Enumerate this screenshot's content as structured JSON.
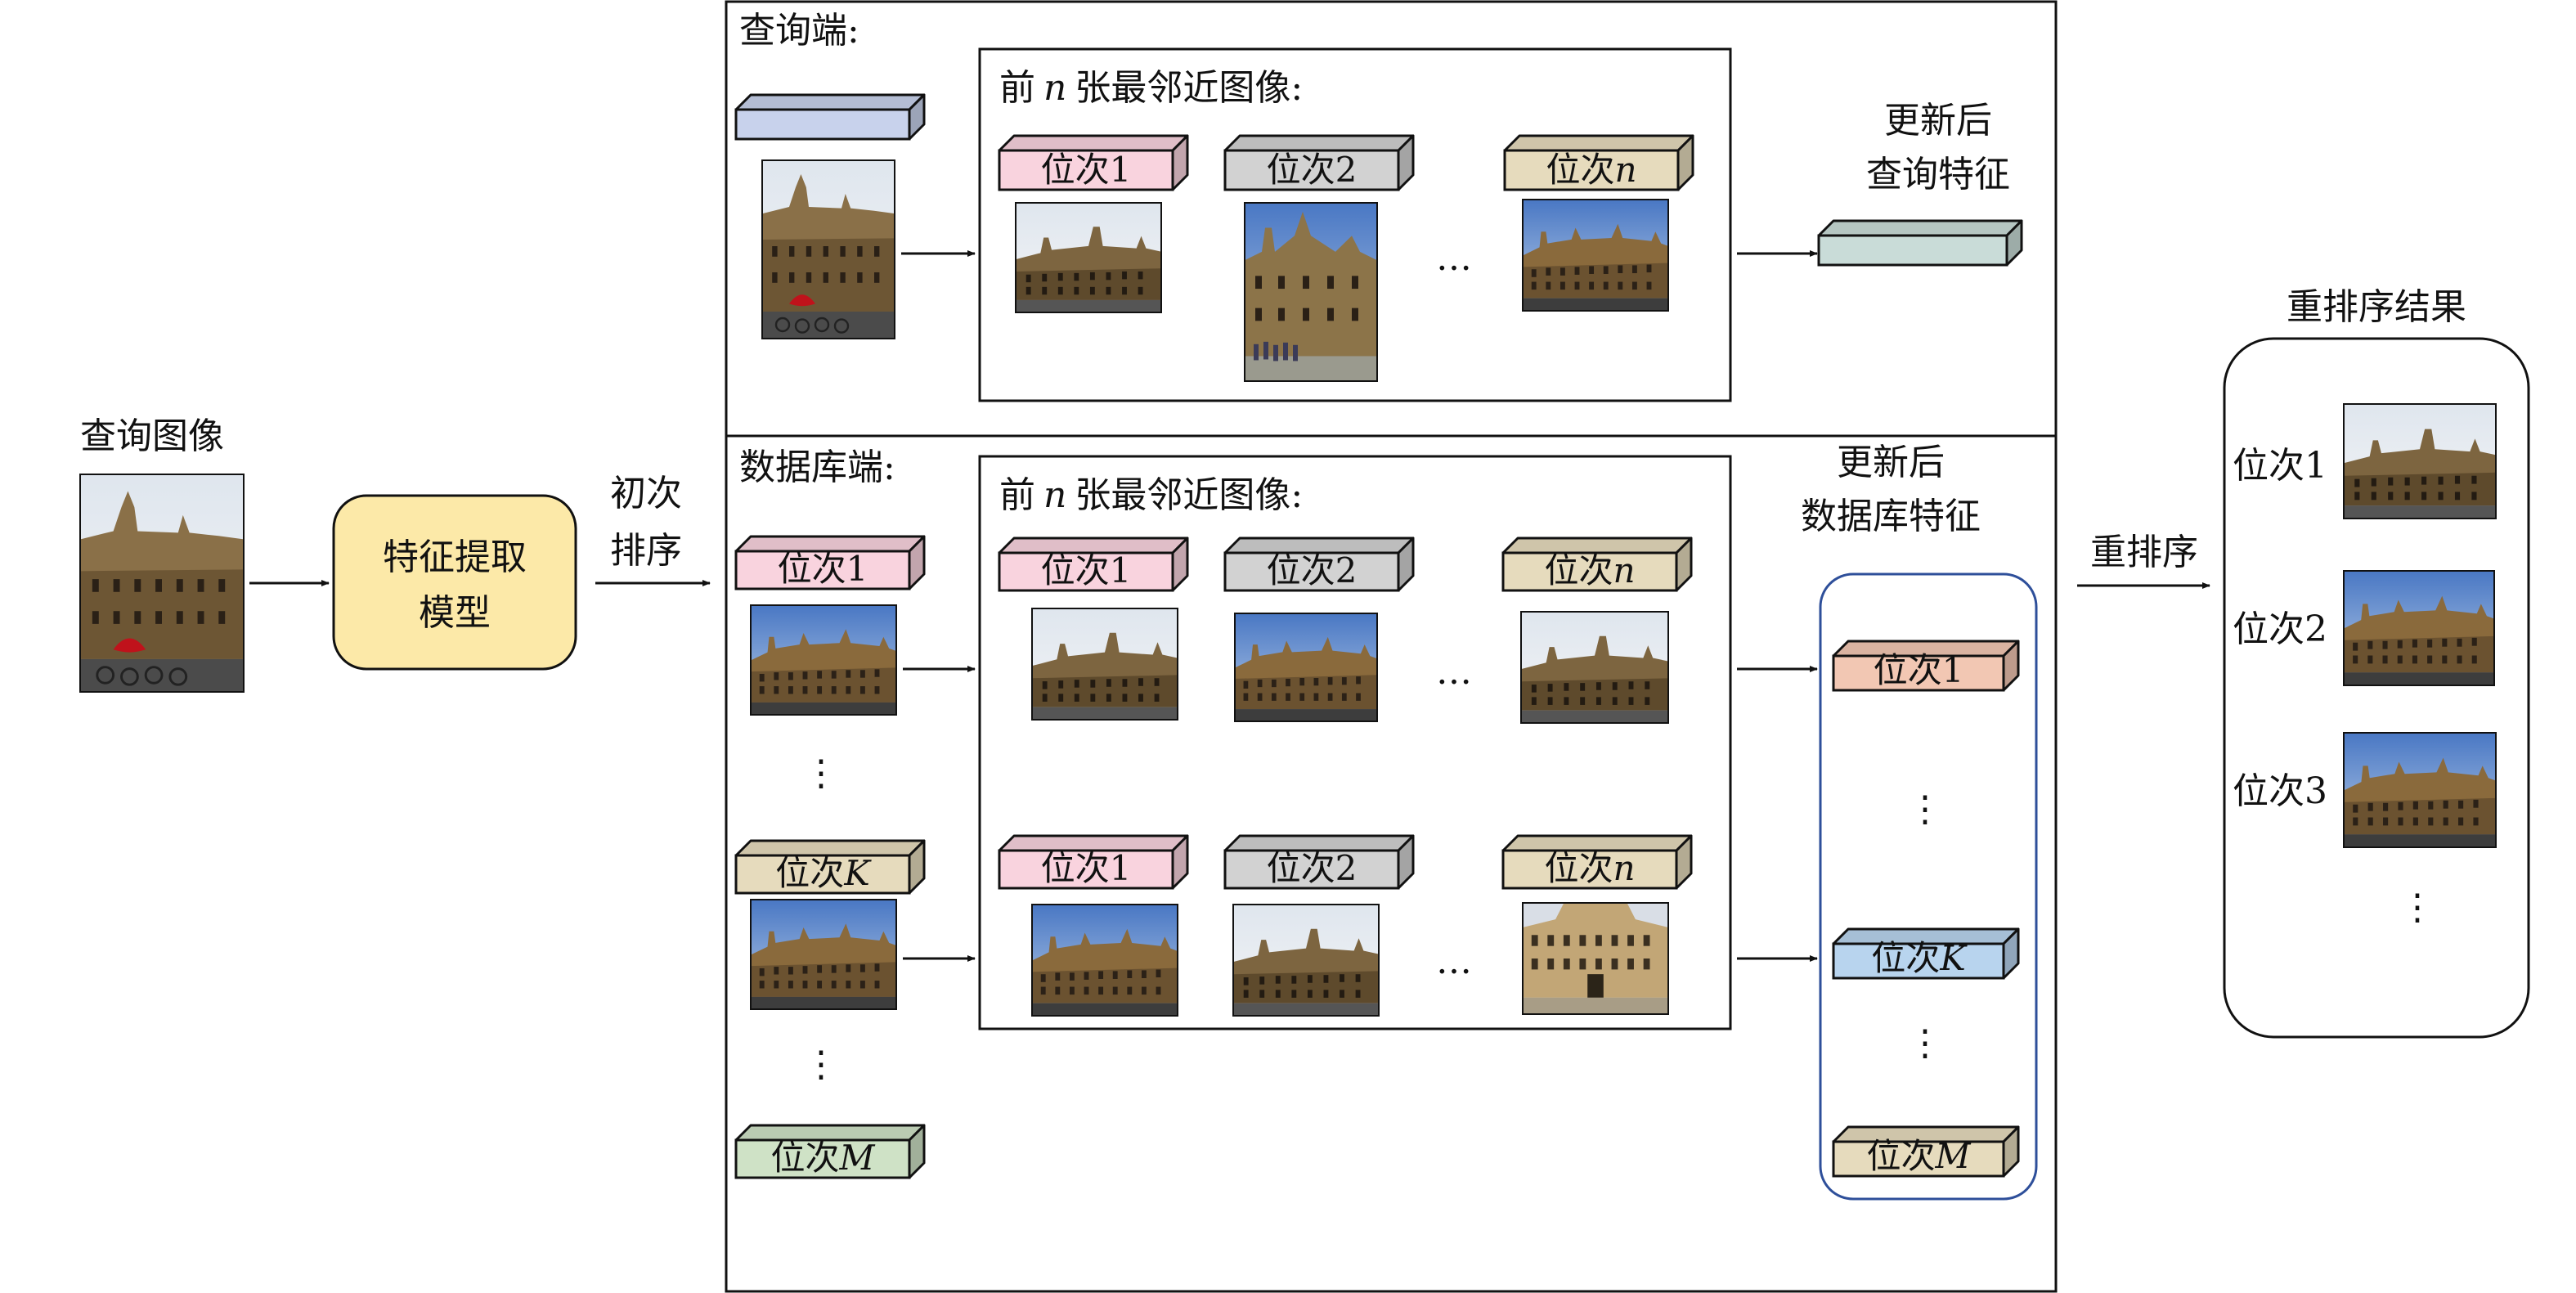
{
  "query_image_label": "查询图像",
  "feature_model_label": [
    "特征提取",
    "模型"
  ],
  "initial_rank_label": [
    "初次",
    "排序"
  ],
  "query_side": {
    "title": "查询端:",
    "neighbors_title_prefix": "前",
    "neighbors_title_var": "n",
    "neighbors_title_suffix": "张最邻近图像:",
    "ranks": [
      {
        "prefix": "位次",
        "num": "1",
        "italic": false,
        "color": "#f9d3de"
      },
      {
        "prefix": "位次",
        "num": "2",
        "italic": false,
        "color": "#d2d2d2"
      },
      {
        "prefix": "位次",
        "num": "n",
        "italic": true,
        "color": "#e6dbbd"
      }
    ],
    "ellipsis": "…",
    "updated_label": [
      "更新后",
      "查询特征"
    ],
    "query_feature_color": "#c8d2ec",
    "updated_feature_color": "#c9dcd8"
  },
  "db_side": {
    "title": "数据库端:",
    "neighbors_title_prefix": "前",
    "neighbors_title_var": "n",
    "neighbors_title_suffix": "张最邻近图像:",
    "left_ranks": [
      {
        "prefix": "位次",
        "num": "1",
        "italic": false,
        "color": "#f9d3de"
      },
      {
        "prefix": "位次",
        "num": "K",
        "italic": true,
        "color": "#e6dbbd"
      },
      {
        "prefix": "位次",
        "num": "M",
        "italic": true,
        "color": "#cfe2c6"
      }
    ],
    "neighbor_ranks": [
      {
        "prefix": "位次",
        "num": "1",
        "italic": false,
        "color": "#f9d3de"
      },
      {
        "prefix": "位次",
        "num": "2",
        "italic": false,
        "color": "#d2d2d2"
      },
      {
        "prefix": "位次",
        "num": "n",
        "italic": true,
        "color": "#e6dbbd"
      }
    ],
    "vdots": "⋮",
    "ellipsis": "…",
    "updated_label": [
      "更新后",
      "数据库特征"
    ],
    "updated_ranks": [
      {
        "prefix": "位次",
        "num": "1",
        "italic": false,
        "color": "#f2c7b3"
      },
      {
        "prefix": "位次",
        "num": "K",
        "italic": true,
        "color": "#b8d4ee"
      },
      {
        "prefix": "位次",
        "num": "M",
        "italic": true,
        "color": "#e6dbbd"
      }
    ]
  },
  "rerank_label": "重排序",
  "result": {
    "title": "重排序结果",
    "ranks": [
      "位次1",
      "位次2",
      "位次3"
    ],
    "vdots": "⋮"
  },
  "colors": {
    "model_fill": "#fce9a8",
    "db_updated_border": "#2e4f9a"
  }
}
